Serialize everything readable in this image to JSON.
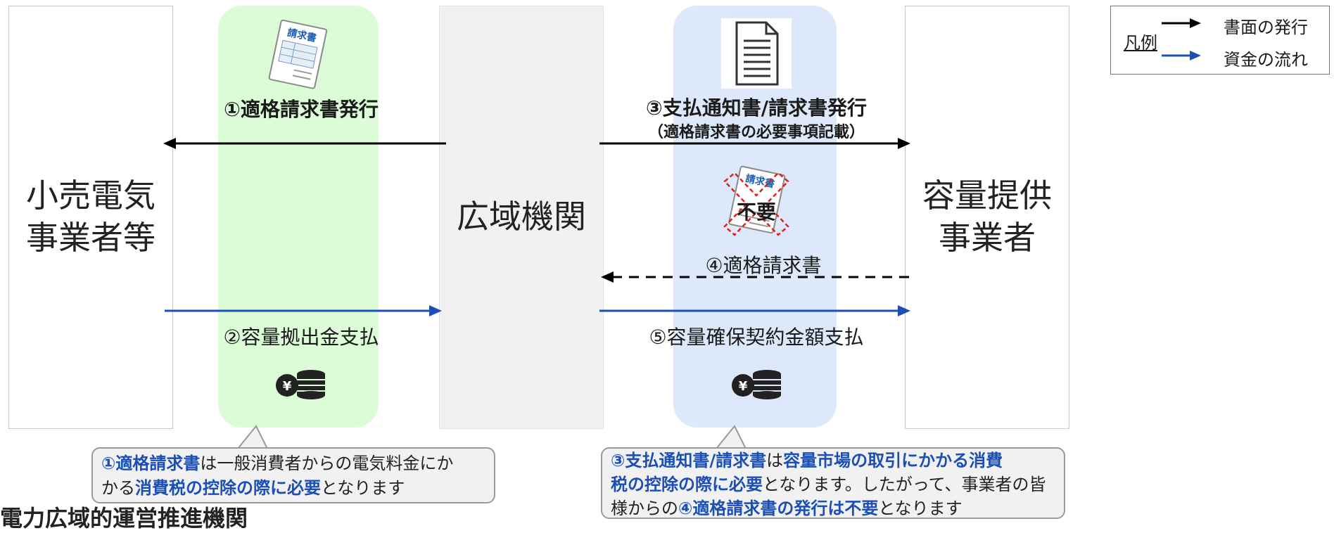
{
  "entities": {
    "left": [
      "小売電気",
      "事業者等"
    ],
    "middle": "広域機関",
    "right": [
      "容量提供",
      "事業者"
    ]
  },
  "left_flow": {
    "doc_label": "①適格請求書発行",
    "payment_label": "②容量拠出金支払",
    "invoice_icon_text": "請求書"
  },
  "right_flow": {
    "doc_label_line1": "③支払通知書/請求書発行",
    "doc_label_line2": "（適格請求書の必要事項記載）",
    "not_required_label": "不要",
    "invoice_icon_text": "請求書",
    "return_invoice_label": "④適格請求書",
    "payment_label": "⑤容量確保契約金額支払"
  },
  "callout_left": {
    "parts": [
      {
        "text": "①適格請求書",
        "highlight": true
      },
      {
        "text": "は一般消費者からの電気料金にか",
        "highlight": false
      },
      {
        "text": "かる",
        "highlight": false
      },
      {
        "text": "消費税の控除の際に必要",
        "highlight": true
      },
      {
        "text": "となります",
        "highlight": false
      }
    ]
  },
  "callout_right": {
    "parts": [
      {
        "text": "③支払通知書/請求書",
        "highlight": true
      },
      {
        "text": "は",
        "highlight": false
      },
      {
        "text": "容量市場の取引にかかる消費",
        "highlight": true
      },
      {
        "text": "税の控除の際に必要",
        "highlight": true
      },
      {
        "text": "となります。したがって、事業者の皆",
        "highlight": false
      },
      {
        "text": "様からの",
        "highlight": false
      },
      {
        "text": "④適格請求書の発行は不要",
        "highlight": true
      },
      {
        "text": "となります",
        "highlight": false
      }
    ]
  },
  "legend": {
    "title": "凡例",
    "items": [
      {
        "label": "書面の発行",
        "color": "#000000"
      },
      {
        "label": "資金の流れ",
        "color": "#1b4fb5"
      }
    ]
  },
  "footer": "電力広域的運営推進機関",
  "colors": {
    "green_band": "#dcfcd8",
    "blue_band": "#dde9fa",
    "document_arrow": "#000000",
    "money_arrow": "#1b4fb5",
    "highlight_text": "#1b4fb5",
    "not_required_cross": "#e02020"
  },
  "icons": [
    "invoice-icon",
    "document-icon",
    "yen-coins-icon",
    "cross-out-icon"
  ]
}
